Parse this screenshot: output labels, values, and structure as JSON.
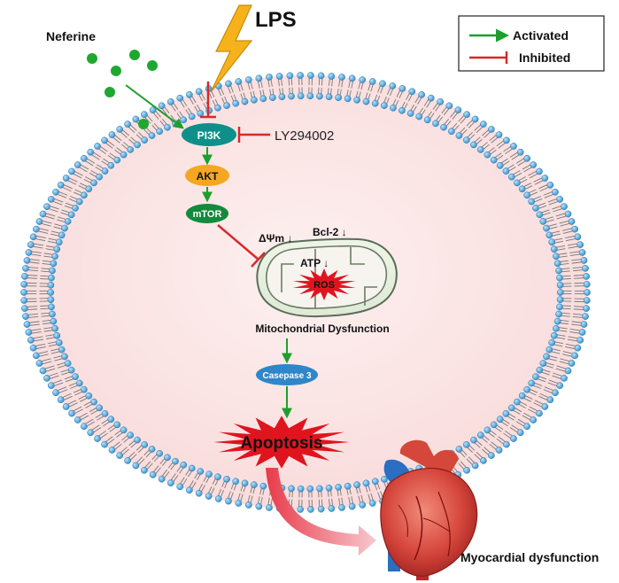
{
  "labels": {
    "neferine": "Neferine",
    "lps": "LPS",
    "inhibitor": "LY294002",
    "pi3k": "PI3K",
    "akt": "AKT",
    "mtor": "mTOR",
    "delta_psi": "ΔΨm ↓",
    "bcl2": "Bcl-2 ↓",
    "atp": "ATP ↓",
    "ros": "ROS",
    "mito_dysfunction": "Mitochondrial Dysfunction",
    "caspase": "Casepase 3",
    "apoptosis": "Apoptosis",
    "myocardial": "Myocardial dysfunction"
  },
  "legend": {
    "activated": "Activated",
    "inhibited": "Inhibited"
  },
  "colors": {
    "activated": "#1e9e2e",
    "inhibited": "#d42a2a",
    "pi3k": "#0f8f8a",
    "akt": "#f5a623",
    "mtor": "#138a3c",
    "caspase": "#2f86c8",
    "apoptosis": "#e0141e",
    "neferine_dot": "#1fa82f",
    "cell_fill": "#fbe6e6",
    "lipid_head": "#5fb0e0"
  },
  "icons": {
    "lps": "lightning-bolt-icon",
    "heart": "heart-icon"
  }
}
